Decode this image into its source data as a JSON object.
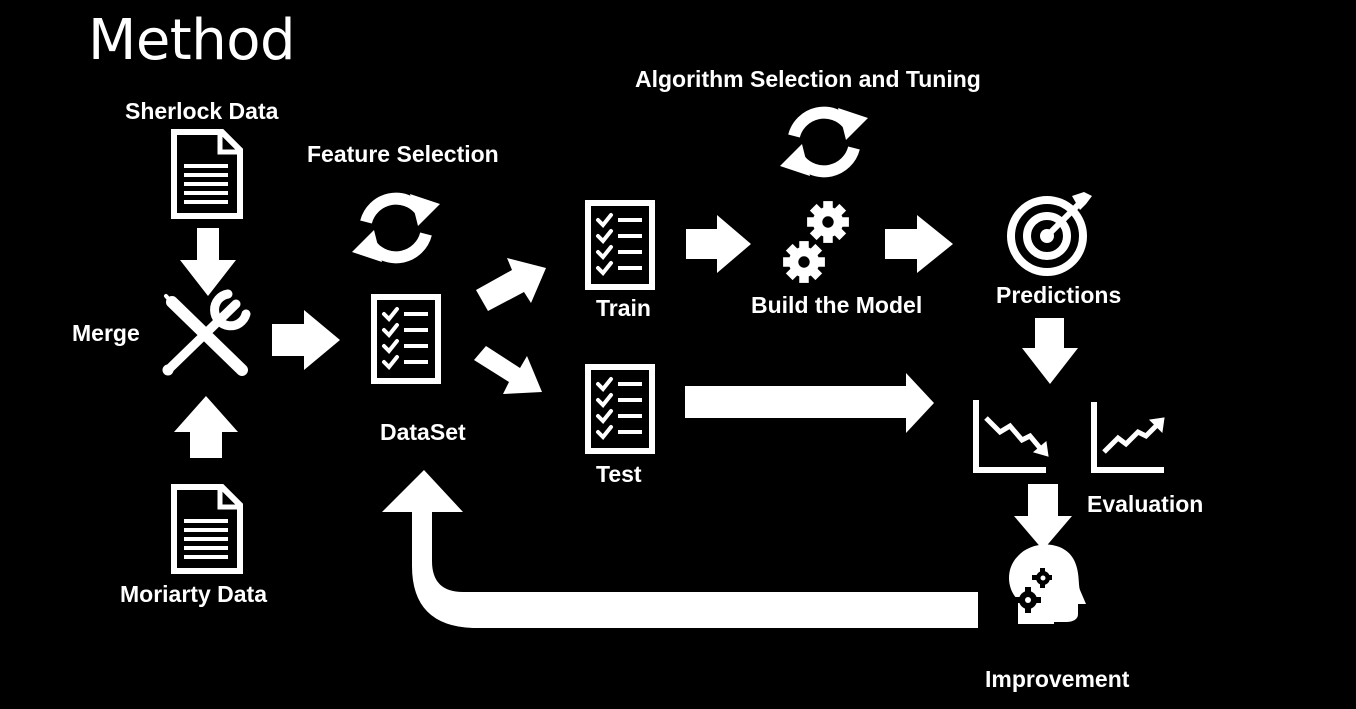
{
  "slide": {
    "title": "Method",
    "background": "#000000",
    "foreground": "#ffffff"
  },
  "nodes": {
    "sherlock": {
      "label": "Sherlock Data",
      "icon": "document-icon"
    },
    "moriarty": {
      "label": "Moriarty Data",
      "icon": "document-icon"
    },
    "merge": {
      "label": "Merge",
      "icon": "tools-icon"
    },
    "feature_selection": {
      "label": "Feature Selection",
      "icon": "refresh-cycle-icon"
    },
    "dataset": {
      "label": "DataSet",
      "icon": "checklist-icon"
    },
    "train": {
      "label": "Train",
      "icon": "checklist-icon"
    },
    "test": {
      "label": "Test",
      "icon": "checklist-icon"
    },
    "algorithm_tuning": {
      "label": "Algorithm Selection and Tuning",
      "icon": "refresh-cycle-icon"
    },
    "build_model": {
      "label": "Build the Model",
      "icon": "gears-icon"
    },
    "predictions": {
      "label": "Predictions",
      "icon": "target-icon"
    },
    "evaluation": {
      "label": "Evaluation",
      "icon": "trend-charts-icon"
    },
    "improvement": {
      "label": "Improvement",
      "icon": "head-gears-icon"
    }
  },
  "edges": [
    [
      "sherlock",
      "merge"
    ],
    [
      "moriarty",
      "merge"
    ],
    [
      "merge",
      "dataset"
    ],
    [
      "dataset",
      "train"
    ],
    [
      "dataset",
      "test"
    ],
    [
      "train",
      "build_model"
    ],
    [
      "build_model",
      "predictions"
    ],
    [
      "test",
      "evaluation"
    ],
    [
      "predictions",
      "evaluation"
    ],
    [
      "evaluation",
      "improvement"
    ],
    [
      "improvement",
      "dataset"
    ]
  ]
}
